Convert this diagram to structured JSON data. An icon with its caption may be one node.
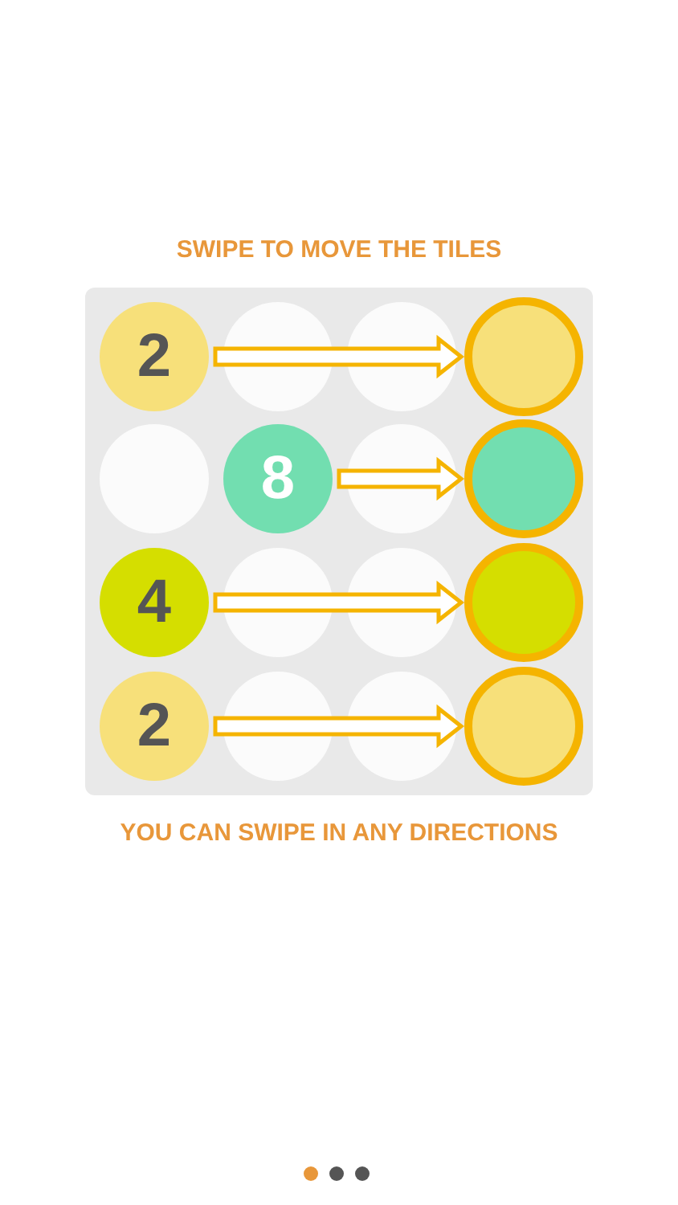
{
  "diagram": {
    "title": "SWIPE TO MOVE THE TILES",
    "caption": "YOU CAN SWIPE IN ANY DIRECTIONS",
    "nodes": [
      {
        "text": [],
        "shape": "box"
      },
      {
        "text": [
          "2"
        ],
        "in": 0
      },
      {
        "text": [],
        "shape": "circle",
        "in": 0
      },
      {
        "text": [],
        "shape": "circle",
        "in": 0
      },
      {
        "text": [],
        "shape": "circle",
        "in": 0
      },
      {
        "text": [],
        "shape": "circle",
        "in": 0
      },
      {
        "text": [
          "8"
        ],
        "in": 0
      },
      {
        "text": [],
        "shape": "circle",
        "in": 0
      },
      {
        "text": [],
        "shape": "circle",
        "in": 0
      },
      {
        "text": [
          "4"
        ],
        "in": 0
      },
      {
        "text": [],
        "shape": "circle",
        "in": 0
      },
      {
        "text": [],
        "shape": "circle",
        "in": 0
      },
      {
        "text": [],
        "shape": "circle",
        "in": 0
      },
      {
        "text": [
          "2"
        ],
        "in": 0
      },
      {
        "text": [],
        "shape": "circle",
        "in": 0
      },
      {
        "text": [],
        "shape": "circle",
        "in": 0
      },
      {
        "text": [],
        "shape": "circle",
        "in": 0
      }
    ],
    "edges": [
      {
        "from": 1,
        "to": 4,
        "arrow": "to"
      },
      {
        "from": 6,
        "to": 8,
        "arrow": "to"
      },
      {
        "from": 9,
        "to": 12,
        "arrow": "to"
      },
      {
        "from": 13,
        "to": 16,
        "arrow": "to"
      }
    ]
  }
}
